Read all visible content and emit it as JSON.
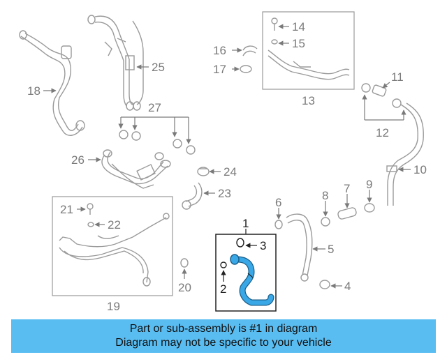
{
  "callouts": {
    "n1": "1",
    "n2": "2",
    "n3": "3",
    "n4": "4",
    "n5": "5",
    "n6": "6",
    "n7": "7",
    "n8": "8",
    "n9": "9",
    "n10": "10",
    "n11": "11",
    "n12": "12",
    "n13": "13",
    "n14": "14",
    "n15": "15",
    "n16": "16",
    "n17": "17",
    "n18": "18",
    "n19": "19",
    "n20": "20",
    "n21": "21",
    "n22": "22",
    "n23": "23",
    "n24": "24",
    "n25": "25",
    "n26": "26",
    "n27": "27"
  },
  "banner": {
    "line1": "Part or sub-assembly is #1 in diagram",
    "line2": "Diagram may not be specific to your vehicle"
  },
  "colors": {
    "highlight": "#3aa8e6",
    "banner": "#59bdf2",
    "line": "#9a9a9a"
  }
}
